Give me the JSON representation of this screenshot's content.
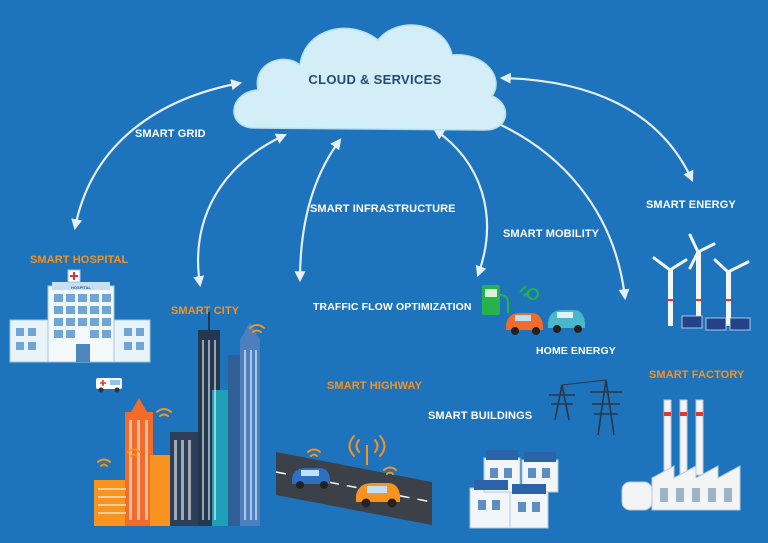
{
  "cloud": {
    "label": "CLOUD & SERVICES"
  },
  "connections": {
    "smart_grid": "SMART GRID",
    "smart_infrastructure": "SMART INFRASTRUCTURE",
    "smart_mobility": "SMART MOBILITY",
    "smart_energy": "SMART ENERGY",
    "traffic_flow": "TRAFFIC FLOW OPTIMIZATION",
    "home_energy": "HOME ENERGY",
    "smart_buildings": "SMART BUILDINGS"
  },
  "sections": {
    "smart_hospital": "SMART HOSPITAL",
    "smart_city": "SMART CITY",
    "smart_highway": "SMART HIGHWAY",
    "smart_factory": "SMART FACTORY"
  },
  "illustration_text": {
    "hospital_sign": "HOSPITAL"
  },
  "colors": {
    "background": "#1d74bc",
    "cloud": "#d4eef8",
    "accent_label": "#f7931e",
    "arrow": "#e6eef6"
  }
}
